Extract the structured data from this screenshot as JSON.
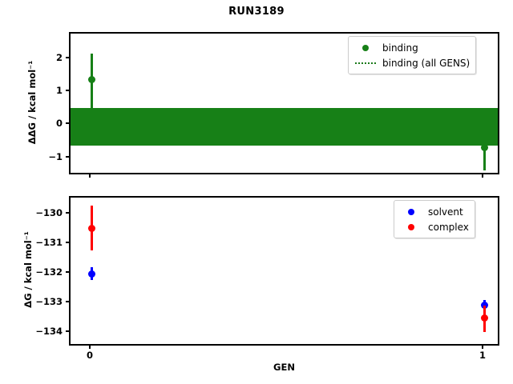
{
  "title": "RUN3189",
  "xlabel": "GEN",
  "colors": {
    "binding": "#178017",
    "solvent": "#0000ff",
    "complex": "#ff0000",
    "axis": "#000000",
    "background": "#ffffff"
  },
  "top_panel": {
    "ylabel": "ΔΔG / kcal mol⁻¹",
    "yticks": [
      "2",
      "1",
      "0",
      "−1"
    ],
    "legend": [
      {
        "label": "binding",
        "marker": "circle",
        "color": "#178017"
      },
      {
        "label": "binding (all GENS)",
        "marker": "dotted-line",
        "color": "#178017"
      }
    ]
  },
  "bottom_panel": {
    "ylabel": "ΔG / kcal mol⁻¹",
    "yticks": [
      "−130",
      "−131",
      "−132",
      "−133",
      "−134"
    ],
    "xticks": [
      "0",
      "1"
    ],
    "legend": [
      {
        "label": "solvent",
        "marker": "circle",
        "color": "#0000ff"
      },
      {
        "label": "complex",
        "marker": "circle",
        "color": "#ff0000"
      }
    ]
  },
  "chart_data": [
    {
      "type": "scatter",
      "panel": "top",
      "title": "RUN3189",
      "xlabel": "GEN",
      "ylabel": "ΔΔG / kcal mol⁻¹",
      "xlim": [
        -0.06,
        1.06
      ],
      "ylim": [
        -1.32,
        2.52
      ],
      "xticks": [
        0,
        1
      ],
      "yticks": [
        2,
        1,
        0,
        -1
      ],
      "grid": false,
      "legend_position": "upper right",
      "series": [
        {
          "name": "binding",
          "color": "#178017",
          "marker": "o",
          "x": [
            0,
            1
          ],
          "y": [
            1.52,
            -0.44
          ],
          "yerr_low": [
            0.7,
            -0.97
          ],
          "yerr_high": [
            2.35,
            0.68
          ]
        },
        {
          "name": "binding (all GENS)",
          "color": "#178017",
          "style": "dotted-band",
          "value": 0.19,
          "band_low": -0.31,
          "band_high": 0.68
        }
      ]
    },
    {
      "type": "scatter",
      "panel": "bottom",
      "xlabel": "GEN",
      "ylabel": "ΔG / kcal mol⁻¹",
      "xlim": [
        -0.06,
        1.06
      ],
      "ylim": [
        -134.55,
        -129.48
      ],
      "xticks": [
        0,
        1
      ],
      "yticks": [
        -130,
        -131,
        -132,
        -133,
        -134
      ],
      "grid": false,
      "legend_position": "upper right",
      "series": [
        {
          "name": "solvent",
          "color": "#0000ff",
          "marker": "o",
          "x": [
            0,
            1
          ],
          "y": [
            -132.0,
            -133.06
          ],
          "yerr_low": [
            -132.22,
            -133.21
          ],
          "yerr_high": [
            -131.78,
            -132.91
          ]
        },
        {
          "name": "complex",
          "color": "#ff0000",
          "marker": "o",
          "x": [
            0,
            1
          ],
          "y": [
            -130.48,
            -133.5
          ],
          "yerr_low": [
            -131.22,
            -134.0
          ],
          "yerr_high": [
            -129.7,
            -133.1
          ]
        }
      ]
    }
  ]
}
